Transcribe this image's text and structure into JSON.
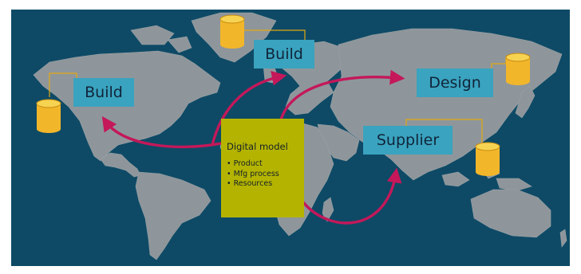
{
  "colors": {
    "background": "#0e4a66",
    "land": "#8e969b",
    "site_box": "#3aa3bf",
    "model_box": "#b4b400",
    "arrow": "#c4185a",
    "connector": "#e3a812",
    "database_top": "#f7d352",
    "database_body": "#f2b62a",
    "database_rim": "#c98c10"
  },
  "sites": [
    {
      "id": "build-west",
      "label": "Build"
    },
    {
      "id": "build-north",
      "label": "Build"
    },
    {
      "id": "design",
      "label": "Design"
    },
    {
      "id": "supplier",
      "label": "Supplier"
    }
  ],
  "model": {
    "title": "Digital model",
    "items": [
      "Product",
      "Mfg process",
      "Resources"
    ]
  },
  "icons": {
    "database": "database-icon",
    "arrow": "curved-arrow"
  }
}
